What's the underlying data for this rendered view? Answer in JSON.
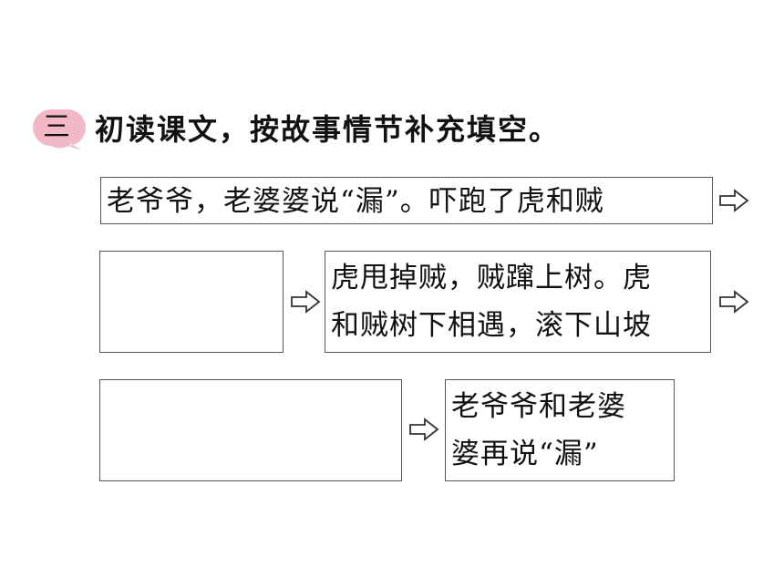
{
  "section": {
    "number": "三",
    "badge_color": "#f2b8c6",
    "instruction": "初读课文，按故事情节补充填空。"
  },
  "flow": {
    "row1": {
      "box1": {
        "lines": [
          "老爷爷，老婆婆说“漏”。吓跑了虎和贼"
        ]
      }
    },
    "row2": {
      "blank1": {
        "lines": []
      },
      "box2": {
        "lines": [
          "虎甩掉贼，贼蹿上树。虎",
          "和贼树下相遇，滚下山坡"
        ]
      }
    },
    "row3": {
      "blank2": {
        "lines": []
      },
      "box3": {
        "lines": [
          "老爷爷和老婆",
          "婆再说“漏”"
        ]
      }
    },
    "arrow_icon": "hollow-right-arrow-icon"
  }
}
